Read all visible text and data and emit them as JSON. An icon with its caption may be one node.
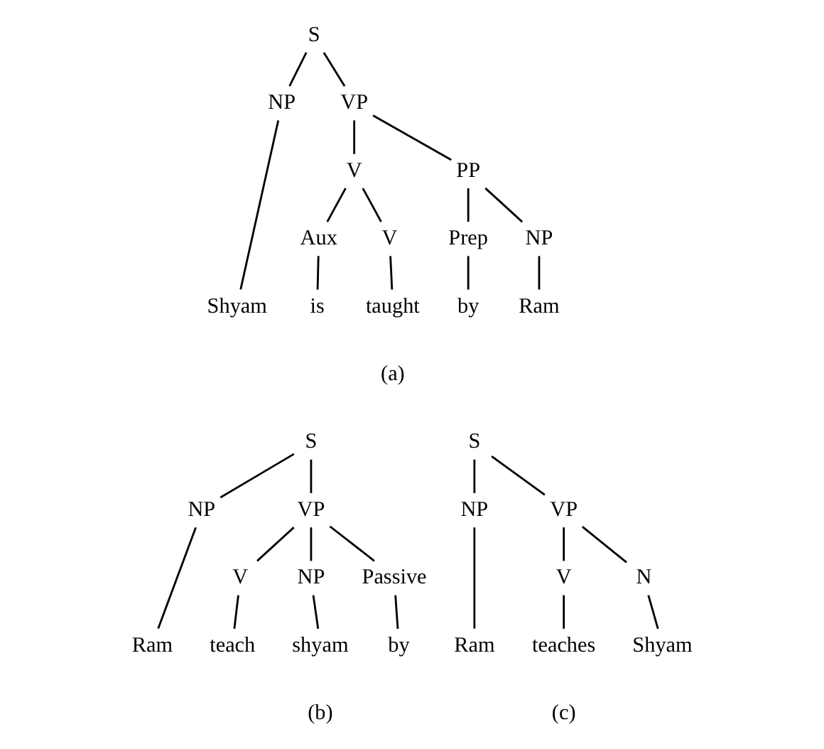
{
  "diagram": {
    "nodes": [
      {
        "text": [
          "S"
        ]
      },
      {
        "text": [
          "NP"
        ]
      },
      {
        "text": [
          "VP"
        ]
      },
      {
        "text": [
          "Shyam"
        ]
      },
      {
        "text": [
          "V"
        ]
      },
      {
        "text": [
          "PP"
        ]
      },
      {
        "text": [
          "Aux"
        ]
      },
      {
        "text": [
          "V"
        ]
      },
      {
        "text": [
          "Prep"
        ]
      },
      {
        "text": [
          "NP"
        ]
      },
      {
        "text": [
          "is"
        ]
      },
      {
        "text": [
          "taught"
        ]
      },
      {
        "text": [
          "by"
        ]
      },
      {
        "text": [
          "Ram"
        ]
      },
      {
        "text": [
          "S"
        ]
      },
      {
        "text": [
          "NP"
        ]
      },
      {
        "text": [
          "VP"
        ]
      },
      {
        "text": [
          "Ram"
        ]
      },
      {
        "text": [
          "V"
        ]
      },
      {
        "text": [
          "NP"
        ]
      },
      {
        "text": [
          "Passive"
        ]
      },
      {
        "text": [
          "teach"
        ]
      },
      {
        "text": [
          "shyam"
        ]
      },
      {
        "text": [
          "by"
        ]
      },
      {
        "text": [
          "S"
        ]
      },
      {
        "text": [
          "NP"
        ]
      },
      {
        "text": [
          "VP"
        ]
      },
      {
        "text": [
          "Ram"
        ]
      },
      {
        "text": [
          "V"
        ]
      },
      {
        "text": [
          "N"
        ]
      },
      {
        "text": [
          "teaches"
        ]
      },
      {
        "text": [
          "Shyam"
        ]
      }
    ],
    "edges": [
      {
        "from": 0,
        "to": 1,
        "arrow": "none"
      },
      {
        "from": 0,
        "to": 2,
        "arrow": "none"
      },
      {
        "from": 1,
        "to": 3,
        "arrow": "none"
      },
      {
        "from": 2,
        "to": 4,
        "arrow": "none"
      },
      {
        "from": 2,
        "to": 5,
        "arrow": "none"
      },
      {
        "from": 4,
        "to": 6,
        "arrow": "none"
      },
      {
        "from": 4,
        "to": 7,
        "arrow": "none"
      },
      {
        "from": 5,
        "to": 8,
        "arrow": "none"
      },
      {
        "from": 5,
        "to": 9,
        "arrow": "none"
      },
      {
        "from": 6,
        "to": 10,
        "arrow": "none"
      },
      {
        "from": 7,
        "to": 11,
        "arrow": "none"
      },
      {
        "from": 8,
        "to": 12,
        "arrow": "none"
      },
      {
        "from": 9,
        "to": 13,
        "arrow": "none"
      },
      {
        "from": 14,
        "to": 15,
        "arrow": "none"
      },
      {
        "from": 14,
        "to": 16,
        "arrow": "none"
      },
      {
        "from": 15,
        "to": 17,
        "arrow": "none"
      },
      {
        "from": 16,
        "to": 18,
        "arrow": "none"
      },
      {
        "from": 16,
        "to": 19,
        "arrow": "none"
      },
      {
        "from": 16,
        "to": 20,
        "arrow": "none"
      },
      {
        "from": 18,
        "to": 21,
        "arrow": "none"
      },
      {
        "from": 19,
        "to": 22,
        "arrow": "none"
      },
      {
        "from": 20,
        "to": 23,
        "arrow": "none"
      },
      {
        "from": 24,
        "to": 25,
        "arrow": "none"
      },
      {
        "from": 24,
        "to": 26,
        "arrow": "none"
      },
      {
        "from": 25,
        "to": 27,
        "arrow": "none"
      },
      {
        "from": 26,
        "to": 28,
        "arrow": "none"
      },
      {
        "from": 26,
        "to": 29,
        "arrow": "none"
      },
      {
        "from": 28,
        "to": 30,
        "arrow": "none"
      },
      {
        "from": 29,
        "to": 31,
        "arrow": "none"
      }
    ],
    "labels": [
      "(a)",
      "(b)",
      "(c)"
    ]
  }
}
